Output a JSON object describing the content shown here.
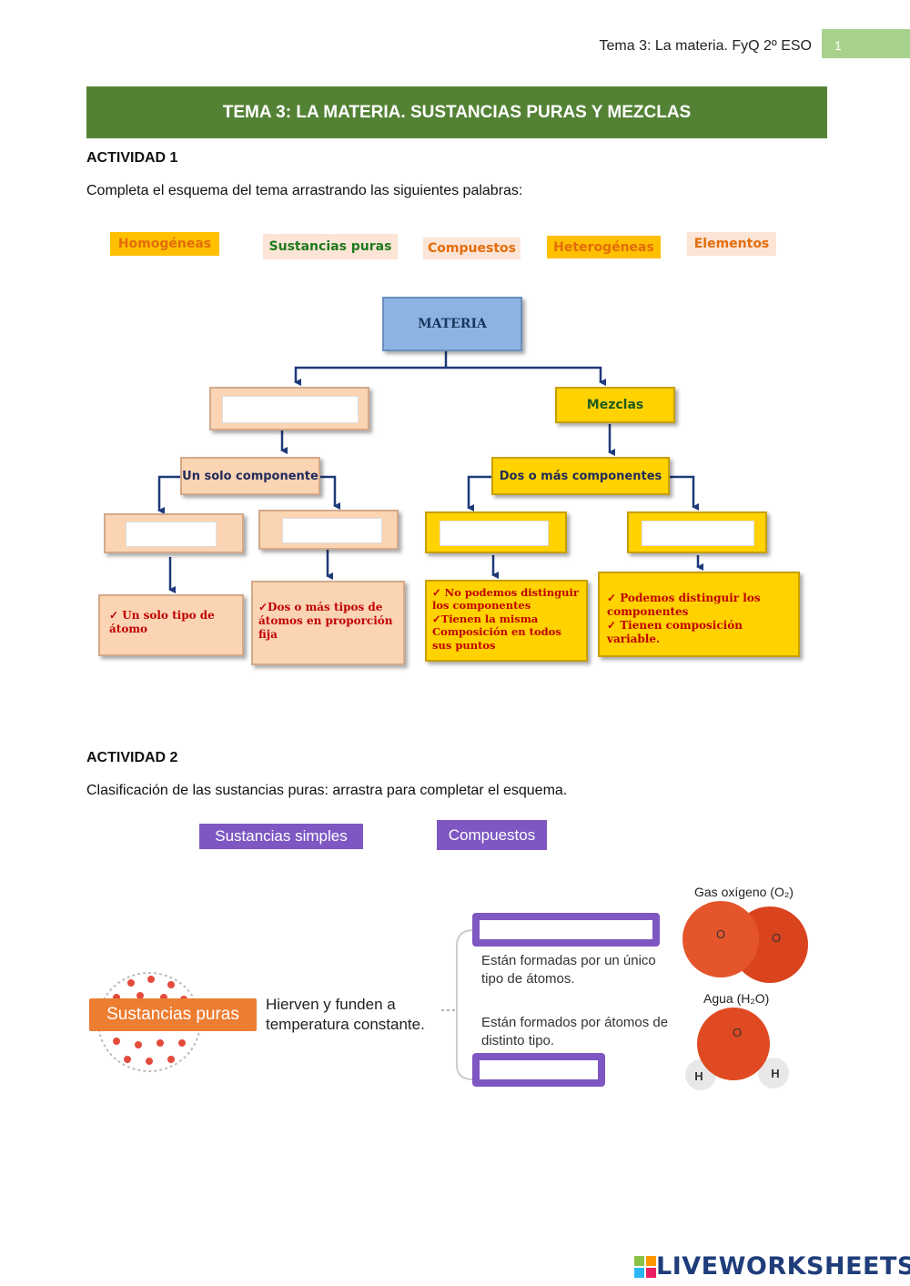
{
  "header": {
    "running_title": "Tema 3: La materia. FyQ 2º ESO",
    "page_number": "1"
  },
  "title": "TEMA 3: LA MATERIA. SUSTANCIAS PURAS Y MEZCLAS",
  "activity1": {
    "label": "ACTIVIDAD 1",
    "instruction": "Completa el esquema del tema arrastrando las siguientes palabras:",
    "word_bank": [
      "Homogéneas",
      "Sustancias puras",
      "Compuestos",
      "Heterogéneas",
      "Elementos"
    ],
    "diagram": {
      "root": "MATERIA",
      "mixtures": "Mezclas",
      "one_component": "Un solo componente",
      "two_components": "Dos o más componentes",
      "bullets_element": [
        "✓  Un solo tipo de átomo"
      ],
      "bullets_compound": [
        "✓Dos o más tipos de átomos  en proporción fija"
      ],
      "bullets_homogeneous": [
        "✓  No podemos distinguir los componentes",
        "✓Tienen la misma Composición en todos sus puntos"
      ],
      "bullets_heterogeneous": [
        "✓   Podemos distinguir los componentes",
        "✓   Tienen composición variable."
      ]
    }
  },
  "activity2": {
    "label": "ACTIVIDAD 2",
    "instruction": "Clasificación de las sustancias puras: arrastra para completar el esquema.",
    "word_bank": [
      "Sustancias simples",
      "Compuestos"
    ],
    "pure_substances": "Sustancias puras",
    "pure_description": "Hierven y funden a temperatura constante.",
    "simple_description": "Están formadas por un único tipo de átomos.",
    "compound_description": "Están formados por átomos de distinto tipo.",
    "oxygen_label": "Gas oxígeno (O₂)",
    "water_label": "Agua (H₂O)",
    "atom_o": "O",
    "atom_h": "H"
  },
  "footer": {
    "logo_text": "LIVEWORKSHEETS"
  },
  "colors": {
    "title_green": "#548235",
    "accent_purple": "#7e57c2",
    "arrow_navy": "#1f3a7a",
    "accent_orange": "#ed7d31"
  }
}
